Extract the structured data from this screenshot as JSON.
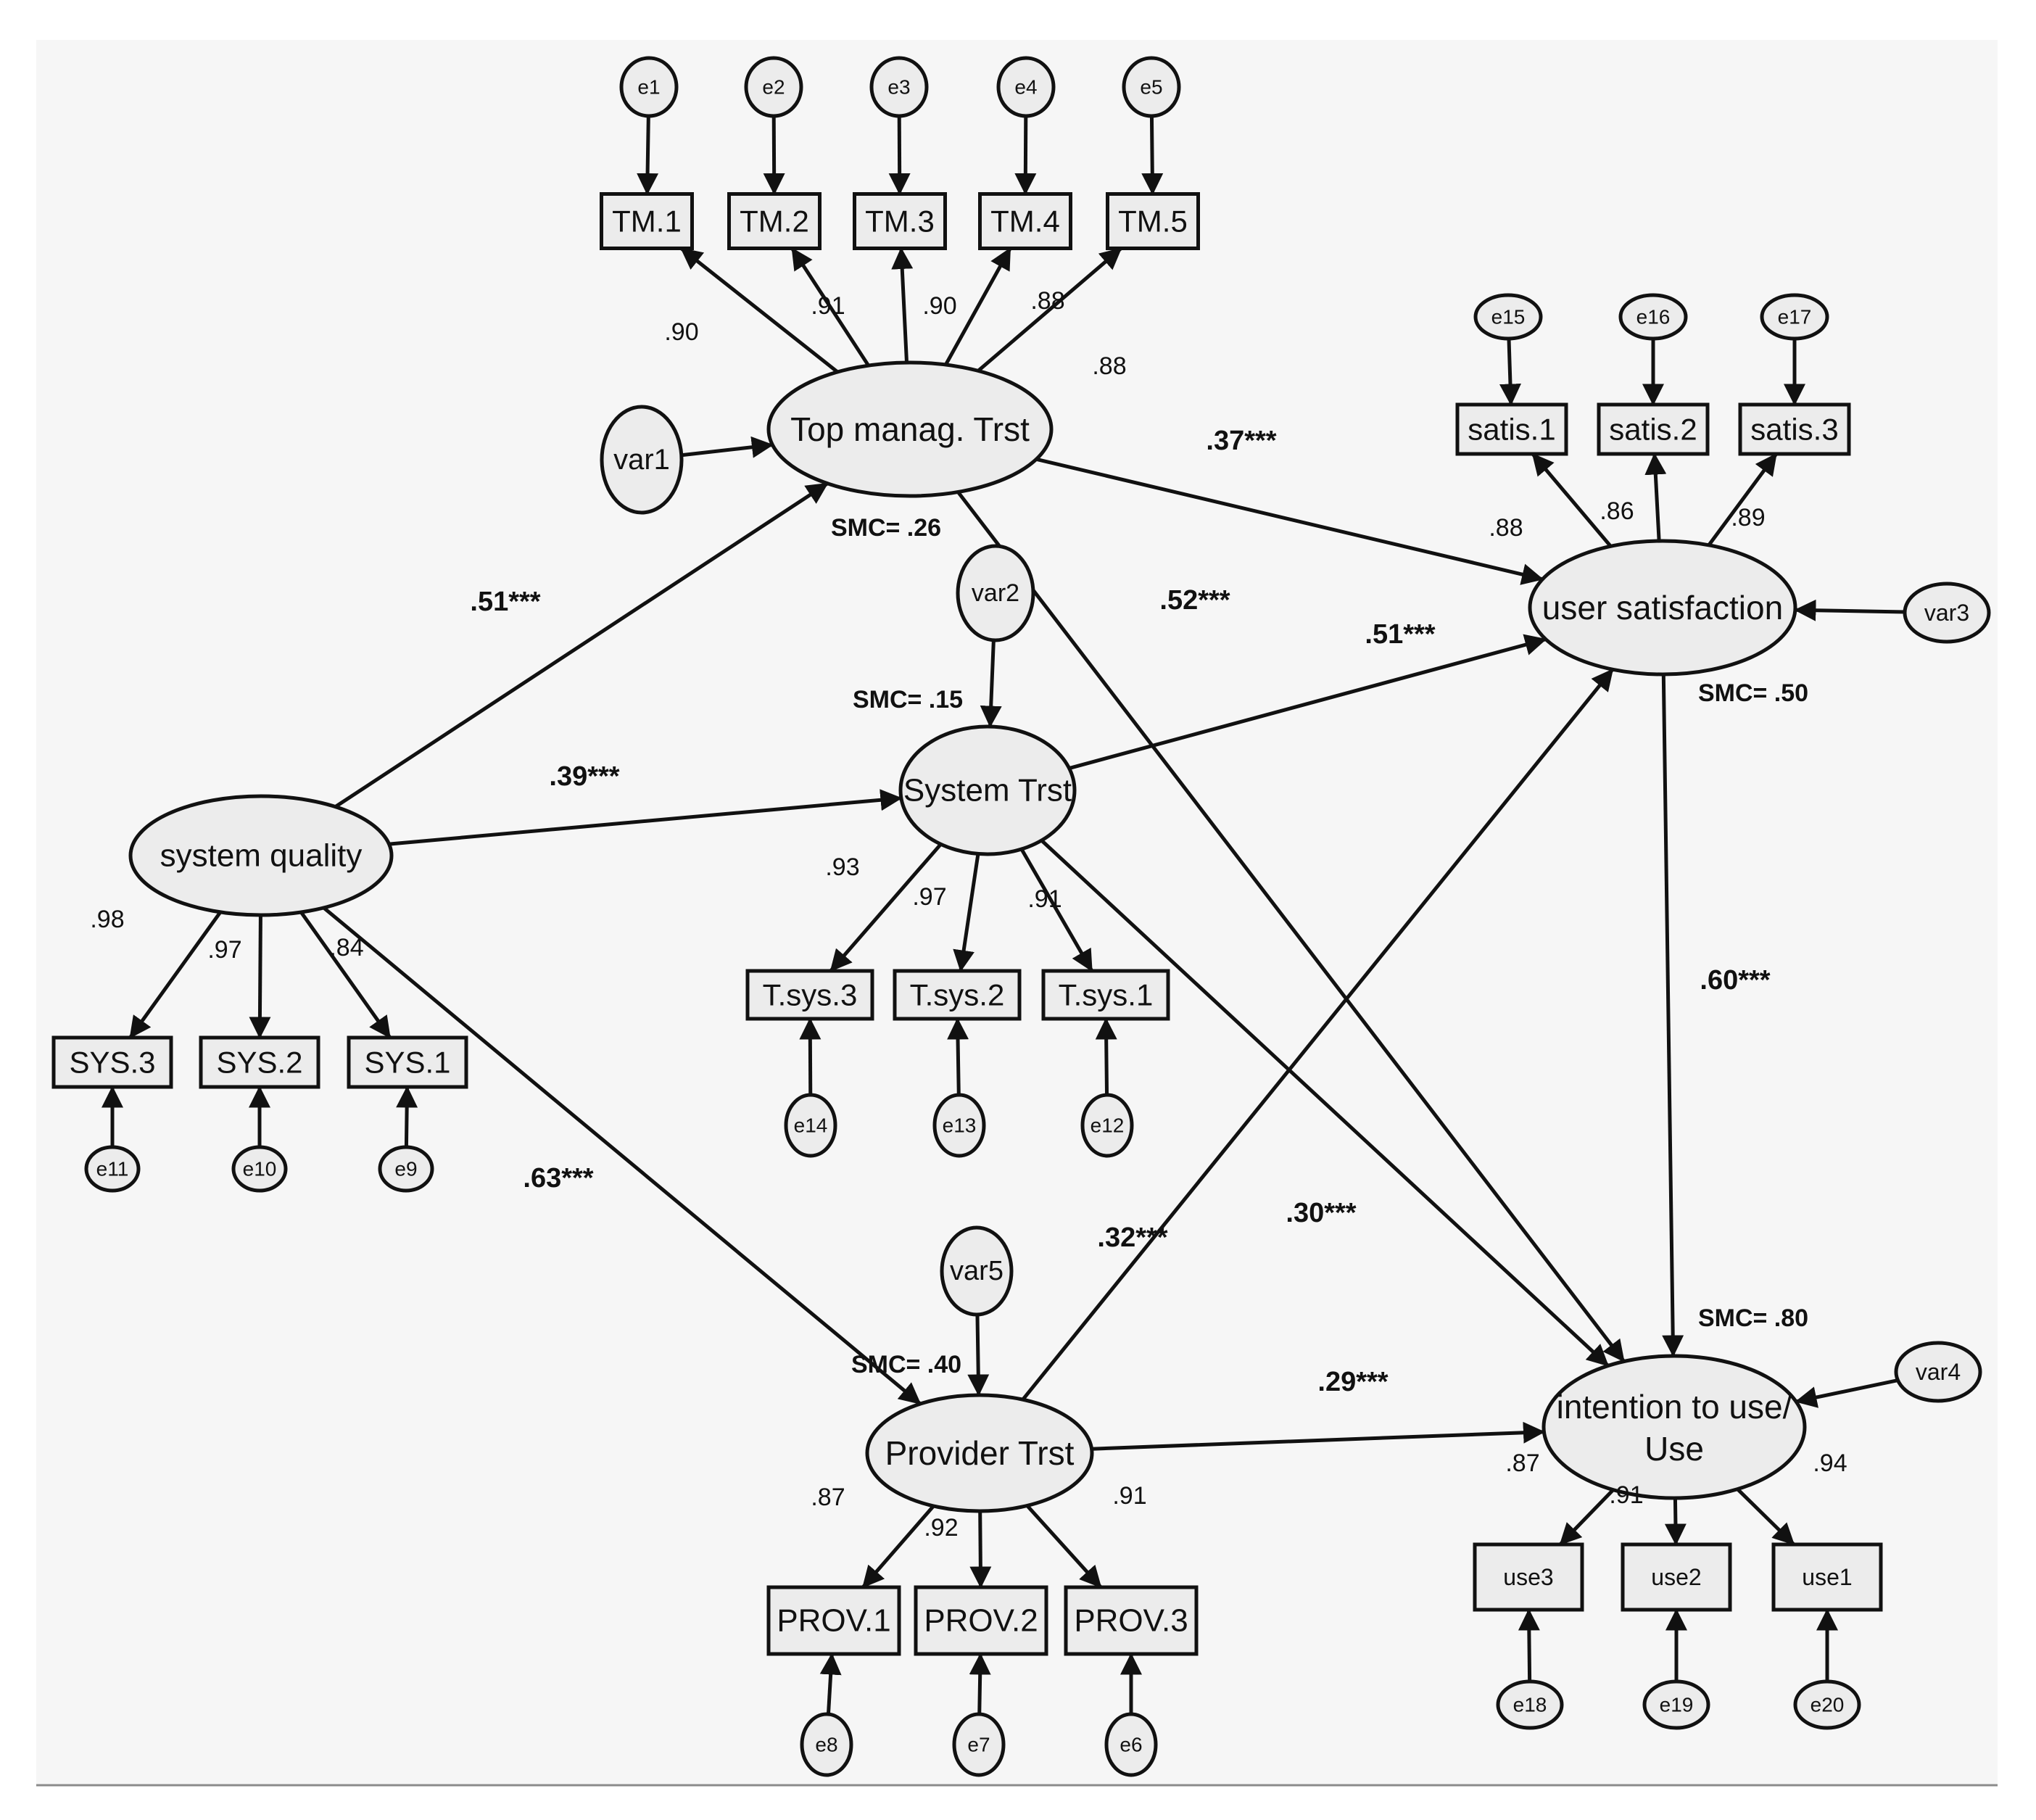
{
  "diagram": {
    "nodes": {
      "tm": "Top manag. Trst",
      "sq": "system quality",
      "st": "System Trst",
      "pt": "Provider Trst",
      "us": "user satisfaction",
      "iu_line1": "intention to use/",
      "iu_line2": "Use",
      "var1": "var1",
      "var2": "var2",
      "var3": "var3",
      "var4": "var4",
      "var5": "var5",
      "TM1": "TM.1",
      "TM2": "TM.2",
      "TM3": "TM.3",
      "TM4": "TM.4",
      "TM5": "TM.5",
      "e1": "e1",
      "e2": "e2",
      "e3": "e3",
      "e4": "e4",
      "e5": "e5",
      "satis1": "satis.1",
      "satis2": "satis.2",
      "satis3": "satis.3",
      "e15": "e15",
      "e16": "e16",
      "e17": "e17",
      "SYS3": "SYS.3",
      "SYS2": "SYS.2",
      "SYS1": "SYS.1",
      "e11": "e11",
      "e10": "e10",
      "e9": "e9",
      "Tsys3": "T.sys.3",
      "Tsys2": "T.sys.2",
      "Tsys1": "T.sys.1",
      "e14": "e14",
      "e13": "e13",
      "e12": "e12",
      "PROV1": "PROV.1",
      "PROV2": "PROV.2",
      "PROV3": "PROV.3",
      "e8": "e8",
      "e7": "e7",
      "e6": "e6",
      "use3": "use3",
      "use2": "use2",
      "use1": "use1",
      "e18": "e18",
      "e19": "e19",
      "e20": "e20"
    },
    "loadings": {
      "tm1": ".90",
      "tm2": ".91",
      "tm3": ".90",
      "tm4": ".88",
      "tm5": ".88",
      "sat1": ".88",
      "sat2": ".86",
      "sat3": ".89",
      "sys3": ".98",
      "sys2": ".97",
      "sys1": ".84",
      "tsys3": ".93",
      "tsys2": ".97",
      "tsys1": ".91",
      "prov1": ".87",
      "prov2": ".92",
      "prov3": ".91",
      "use3": ".87",
      "use2": ".91",
      "use1": ".94"
    },
    "paths": {
      "sq_tm": ".51***",
      "sq_st": ".39***",
      "sq_pt": ".63***",
      "tm_us": ".37***",
      "tm_iu": ".52***",
      "st_us": ".51***",
      "st_iu": ".30***",
      "pt_us": ".32***",
      "pt_iu": ".29***",
      "us_iu": ".60***"
    },
    "smc": {
      "tm": "SMC= .26",
      "st": "SMC= .15",
      "us": "SMC= .50",
      "pt": "SMC= .40",
      "iu": "SMC= .80"
    }
  }
}
